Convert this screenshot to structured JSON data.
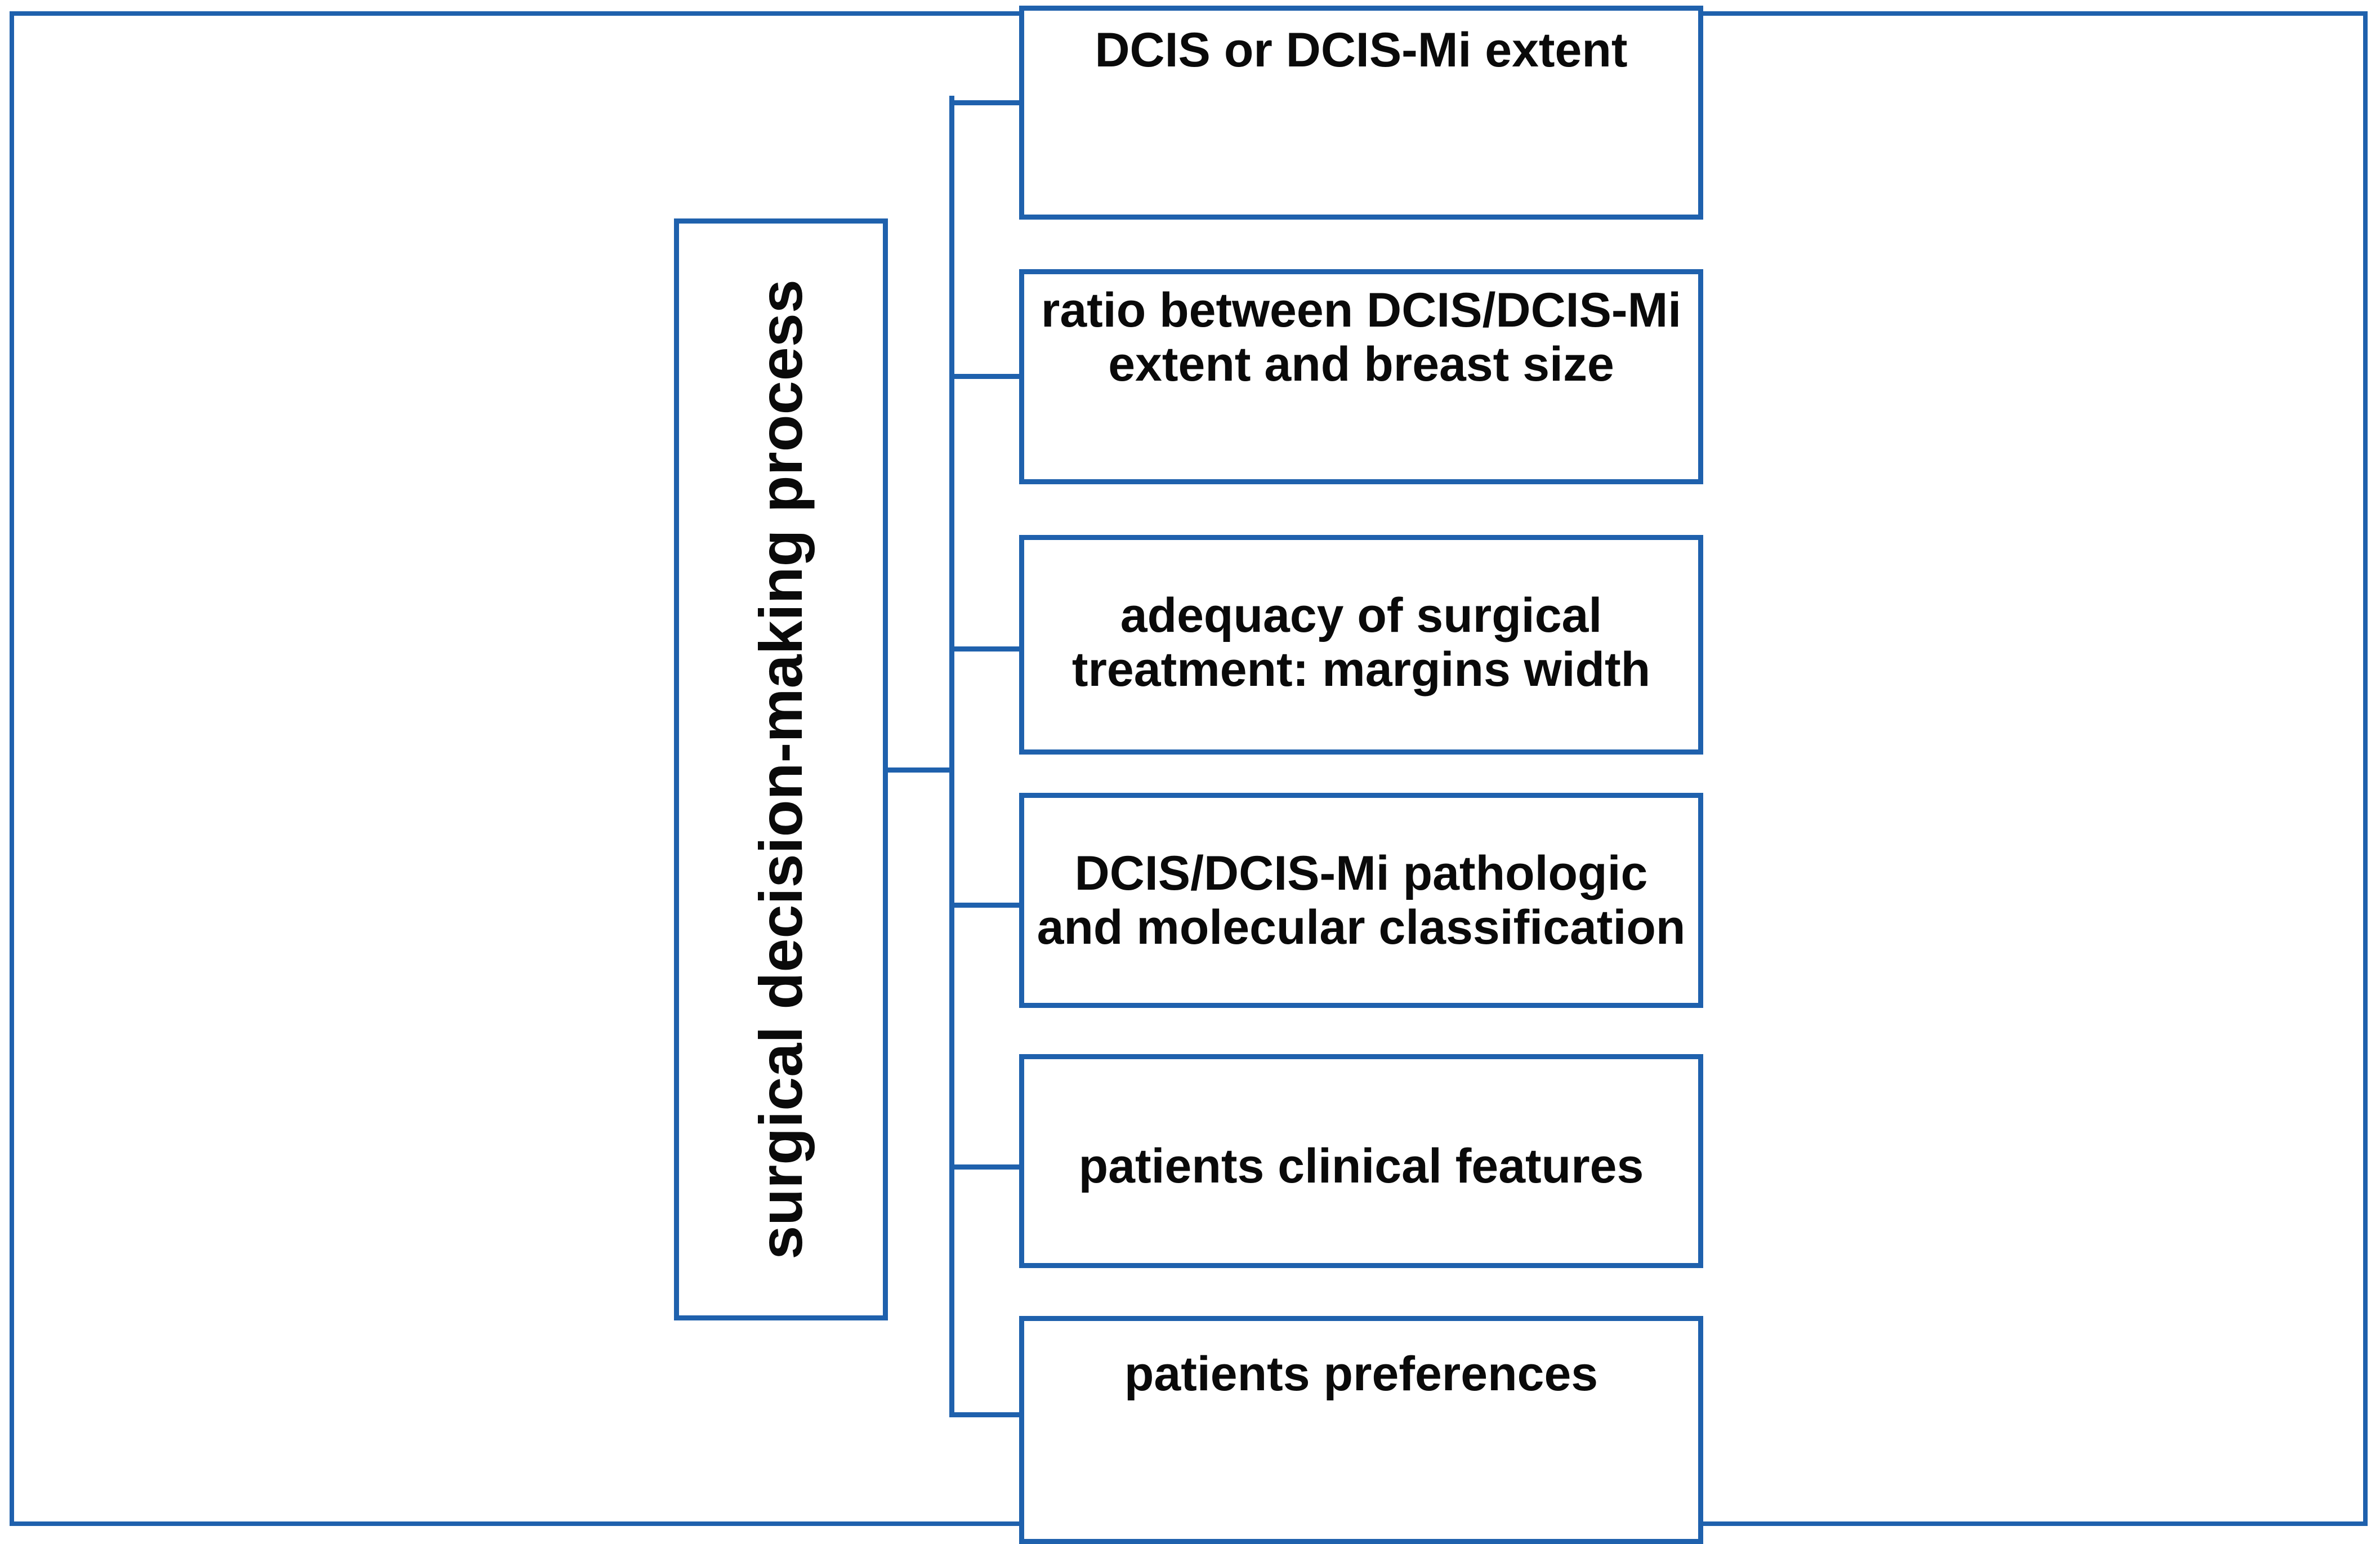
{
  "diagram": {
    "type": "tree",
    "orientation": "left-root-right-leaves",
    "accent_color": "#1F61AD",
    "text_color": "#0a0a0a",
    "background_color": "#ffffff",
    "root": {
      "label": "surgical decision-making\nprocess",
      "text_orientation": "vertical-rotated-270"
    },
    "leaves": [
      {
        "label": "DCIS or DCIS-Mi extent"
      },
      {
        "label": "ratio between DCIS/DCIS-Mi\nextent and breast size"
      },
      {
        "label": "adequacy of surgical\ntreatment: margins width"
      },
      {
        "label": "DCIS/DCIS-Mi pathologic\nand molecular classification"
      },
      {
        "label": "patients clinical features"
      },
      {
        "label": "patients preferences"
      }
    ]
  }
}
